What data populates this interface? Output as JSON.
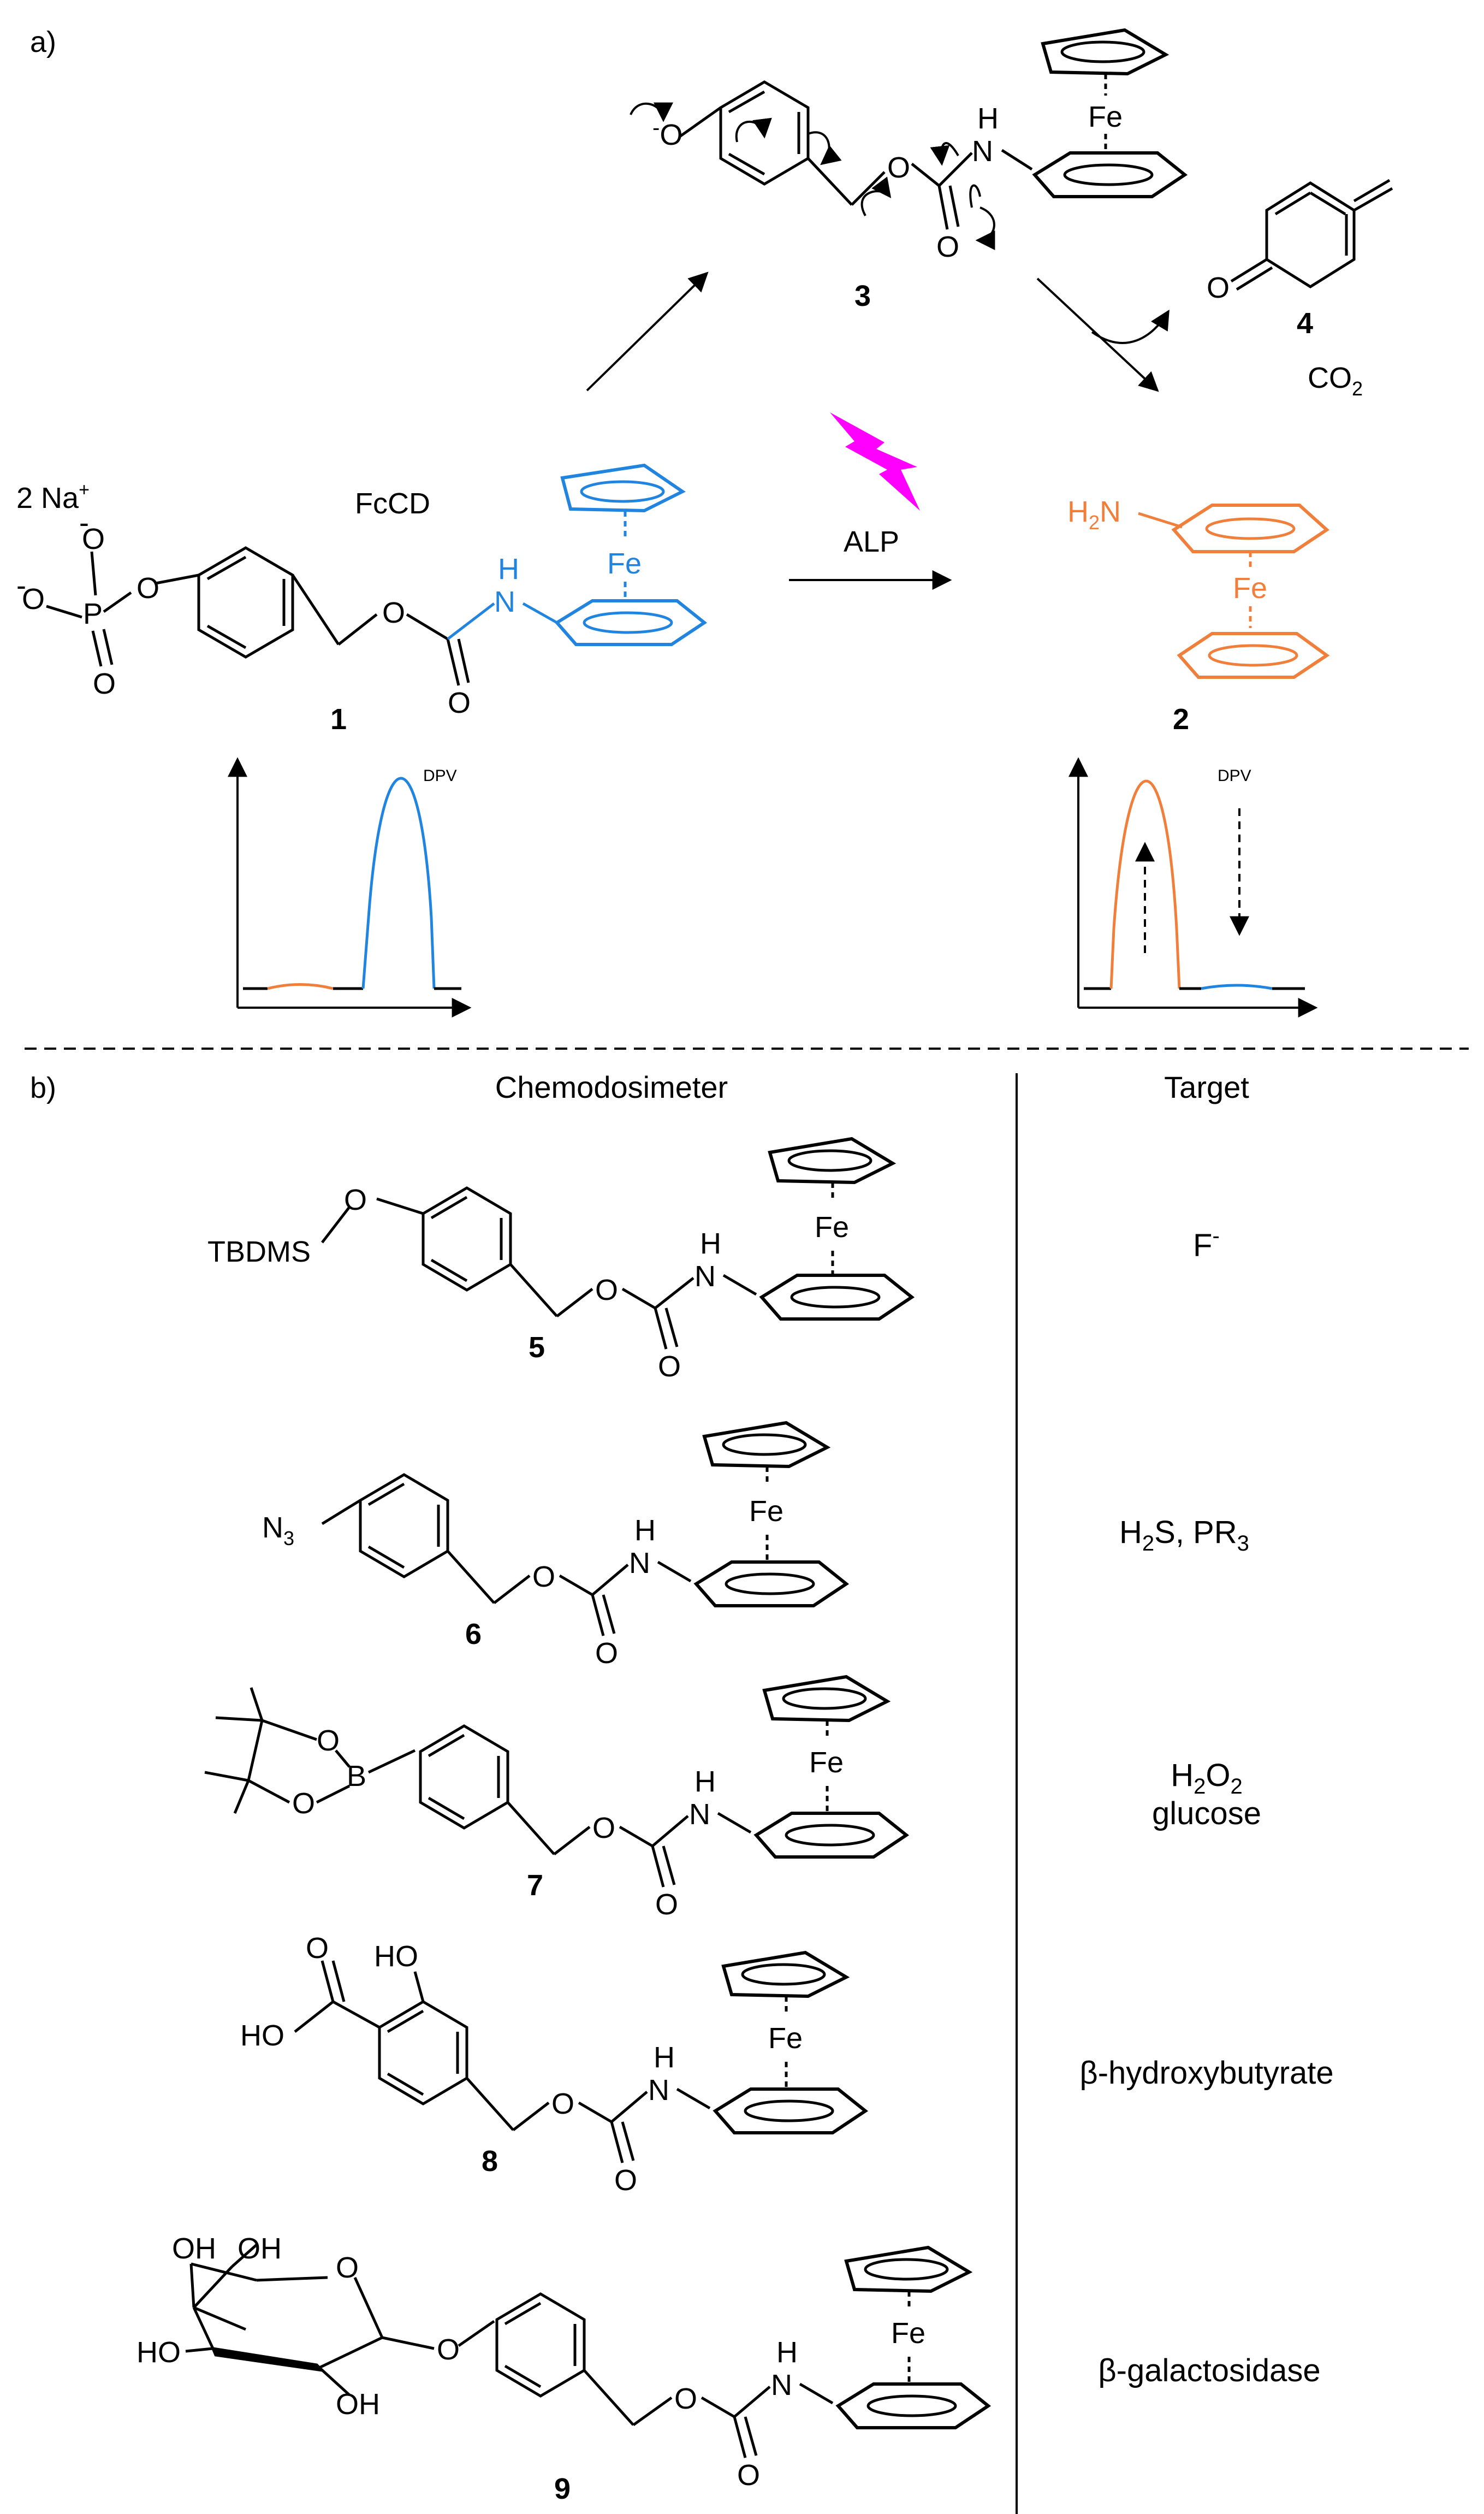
{
  "panel_labels": {
    "a": "a)",
    "b": "b)"
  },
  "colors": {
    "blue": "#2185e0",
    "orange": "#f07f3c",
    "magenta": "#ff00ff",
    "ink": "#000000"
  },
  "scheme_a": {
    "counter_ion": "2 Na",
    "counter_ion_charge": "+",
    "probe_name": "FcCD",
    "enzyme": "ALP",
    "byproduct": "CO",
    "byproduct_sub": "2",
    "compound_numbers": {
      "c1": "1",
      "c2": "2",
      "c3": "3",
      "c4": "4"
    },
    "amine": {
      "h": "H",
      "sub": "2",
      "n": "N"
    },
    "dpv_label": "DPV"
  },
  "scheme_b": {
    "column_headers": {
      "left": "Chemodosimeter",
      "right": "Target"
    },
    "rows": [
      {
        "number": "5",
        "target": "F",
        "target_sup": "-",
        "substituent": "TBDMS"
      },
      {
        "number": "6",
        "target_parts": [
          "H",
          "2",
          "S, PR",
          "3"
        ],
        "substituent": "N",
        "substituent_sub": "3"
      },
      {
        "number": "7",
        "target_line1": [
          "H",
          "2",
          "O",
          "2"
        ],
        "target_line2": "glucose"
      },
      {
        "number": "8",
        "target": "β-hydroxybutyrate"
      },
      {
        "number": "9",
        "target": "β-galactosidase"
      }
    ]
  },
  "atoms": {
    "O": "O",
    "P": "P",
    "N": "N",
    "H": "H",
    "Fe": "Fe",
    "B": "B",
    "HO": "HO",
    "OH": "OH",
    "minus": "-"
  }
}
